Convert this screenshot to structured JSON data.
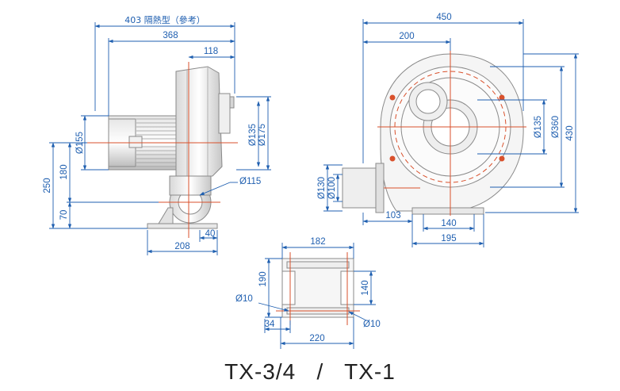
{
  "colors": {
    "dimension": "#1f5fb0",
    "centerline": "#d9512c",
    "outline": "#8a8a8a",
    "shading": "#c4c4c4"
  },
  "side_view": {
    "overall_length": "403 隔熱型（參考）",
    "length": "368",
    "inlet_offset": "118",
    "motor_diameter": "Ø155",
    "outlet_diameter_inner": "Ø135",
    "outlet_diameter_outer": "Ø175",
    "pipe_diameter": "Ø115",
    "total_height": "250",
    "shaft_height": "180",
    "base_height": "70",
    "base_length": "208",
    "base_foot": "40"
  },
  "front_view": {
    "width": "450",
    "center_offset": "200",
    "inlet_diameter": "Ø135",
    "housing_diameter": "Ø360",
    "height": "430",
    "outlet_outer": "Ø130",
    "outlet_inner": "Ø100",
    "outlet_offset": "103",
    "base_inner": "140",
    "base_outer": "195"
  },
  "base_view": {
    "width": "182",
    "depth": "190",
    "slot_length": "140",
    "hole_left": "Ø10",
    "hole_right": "Ø10",
    "edge_offset": "34",
    "overall_width": "220"
  },
  "caption": "TX-3/4   /   TX-1"
}
